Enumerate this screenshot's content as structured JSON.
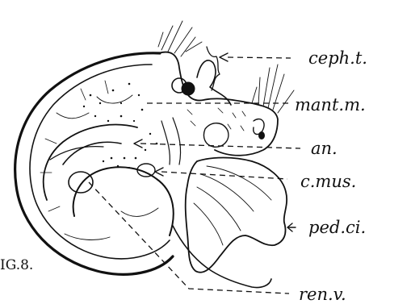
{
  "figure": {
    "fig_label": "IG.8.",
    "labels": [
      {
        "id": "ceph",
        "text": "ceph.t."
      },
      {
        "id": "mant",
        "text": "mant.m."
      },
      {
        "id": "an",
        "text": "an."
      },
      {
        "id": "cmus",
        "text": "c.mus."
      },
      {
        "id": "ped",
        "text": "ped.ci."
      },
      {
        "id": "ren",
        "text": "ren.v."
      }
    ]
  }
}
